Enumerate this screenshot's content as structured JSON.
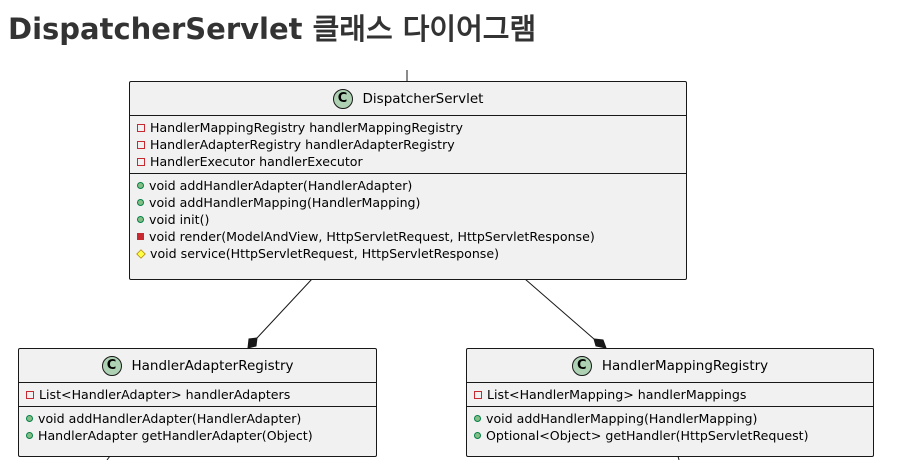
{
  "page": {
    "title": "DispatcherServlet 클래스 다이어그램"
  },
  "colors": {
    "class_fill": "#f1f1f1",
    "border": "#181818",
    "class_badge": "#add1b2",
    "private": "#c82930",
    "public": "#84be84",
    "protected": "#ffff44"
  },
  "classes": {
    "dispatcher": {
      "badge": "C",
      "name": "DispatcherServlet",
      "fields": [
        {
          "visibility": "private",
          "text": "HandlerMappingRegistry handlerMappingRegistry"
        },
        {
          "visibility": "private",
          "text": "HandlerAdapterRegistry handlerAdapterRegistry"
        },
        {
          "visibility": "private",
          "text": "HandlerExecutor handlerExecutor"
        }
      ],
      "methods": [
        {
          "visibility": "public",
          "text": "void addHandlerAdapter(HandlerAdapter)"
        },
        {
          "visibility": "public",
          "text": "void addHandlerMapping(HandlerMapping)"
        },
        {
          "visibility": "public",
          "text": "void init()"
        },
        {
          "visibility": "private-method",
          "text": "void render(ModelAndView, HttpServletRequest, HttpServletResponse)"
        },
        {
          "visibility": "protected",
          "text": "void service(HttpServletRequest, HttpServletResponse)"
        }
      ]
    },
    "adapter_registry": {
      "badge": "C",
      "name": "HandlerAdapterRegistry",
      "fields": [
        {
          "visibility": "private",
          "text": "List<HandlerAdapter> handlerAdapters"
        }
      ],
      "methods": [
        {
          "visibility": "public",
          "text": "void addHandlerAdapter(HandlerAdapter)"
        },
        {
          "visibility": "public",
          "text": "HandlerAdapter getHandlerAdapter(Object)"
        }
      ]
    },
    "mapping_registry": {
      "badge": "C",
      "name": "HandlerMappingRegistry",
      "fields": [
        {
          "visibility": "private",
          "text": "List<HandlerMapping> handlerMappings"
        }
      ],
      "methods": [
        {
          "visibility": "public",
          "text": "void addHandlerMapping(HandlerMapping)"
        },
        {
          "visibility": "public",
          "text": "Optional<Object> getHandler(HttpServletRequest)"
        }
      ]
    }
  },
  "relations": [
    {
      "from": "dispatcher",
      "to": "adapter_registry",
      "type": "composition"
    },
    {
      "from": "dispatcher",
      "to": "mapping_registry",
      "type": "composition"
    }
  ]
}
